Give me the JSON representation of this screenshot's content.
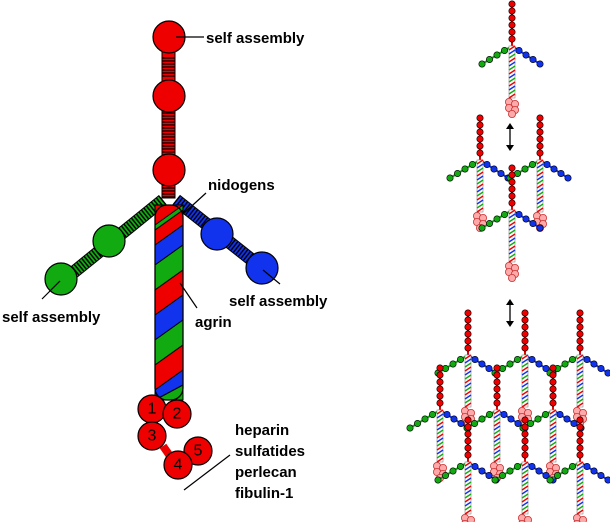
{
  "labels": {
    "self_assembly_top": "self assembly",
    "nidogens": "nidogens",
    "self_assembly_left": "self assembly",
    "agrin": "agrin",
    "self_assembly_right": "self assembly",
    "heparin": "heparin",
    "sulfatides": "sulfatides",
    "perlecan": "perlecan",
    "fibulin": "fibulin-1"
  },
  "domain_numbers": [
    "1",
    "2",
    "3",
    "4",
    "5"
  ],
  "colors": {
    "alpha_chain": "#ee0000",
    "beta_chain": "#1133ee",
    "gamma_chain": "#11aa11",
    "lg_domain_fill": "#ffaaaa",
    "outline": "#000000"
  }
}
